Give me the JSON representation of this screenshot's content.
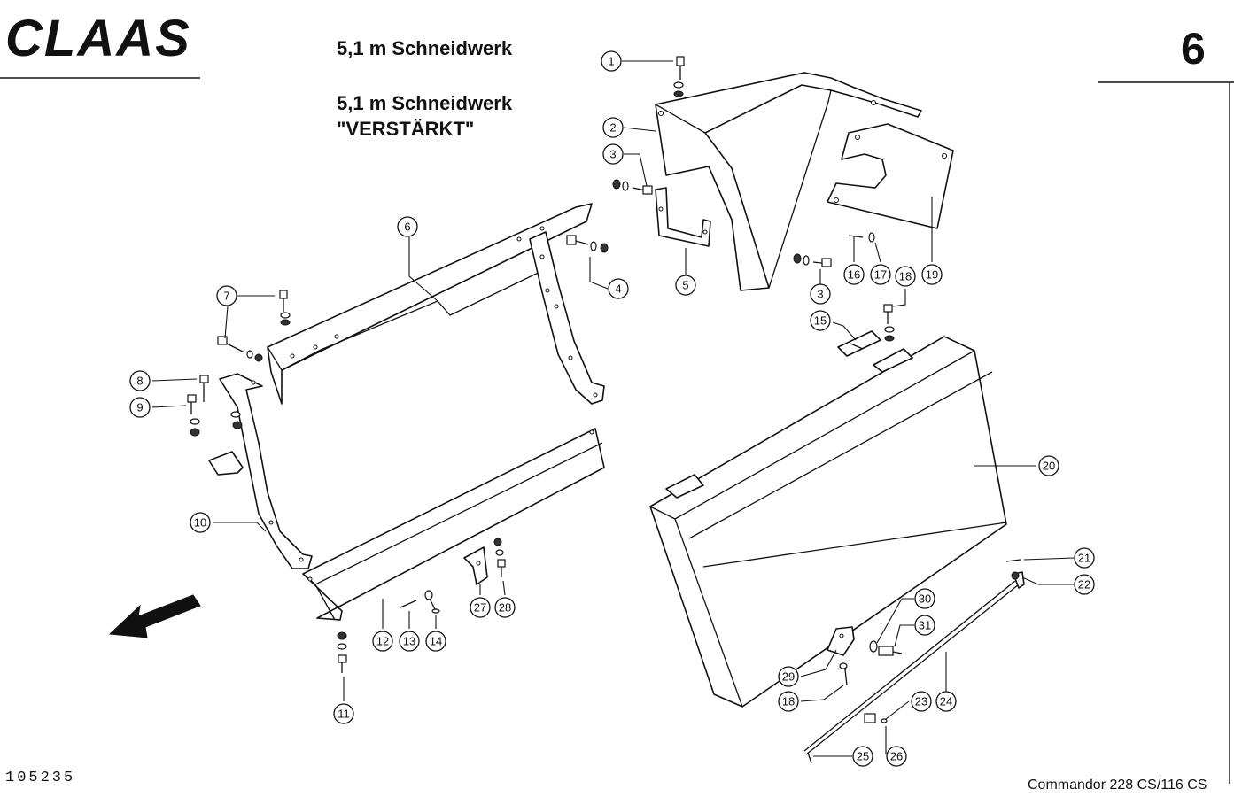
{
  "header": {
    "brand": "CLAAS",
    "title_line1": "5,1 m Schneidwerk",
    "title_line2": "5,1 m Schneidwerk",
    "title_line3": "\"VERSTÄRKT\"",
    "page_number": "6"
  },
  "footer": {
    "document_number": "105235",
    "model": "Commandor 228 CS/116 CS"
  },
  "callouts": [
    "1",
    "2",
    "3",
    "3",
    "4",
    "5",
    "6",
    "7",
    "8",
    "9",
    "10",
    "11",
    "12",
    "13",
    "14",
    "15",
    "16",
    "17",
    "18",
    "18",
    "19",
    "20",
    "21",
    "22",
    "23",
    "24",
    "25",
    "26",
    "27",
    "28",
    "29",
    "30",
    "31"
  ],
  "icons": {
    "direction_arrow": "direction-arrow-icon"
  }
}
